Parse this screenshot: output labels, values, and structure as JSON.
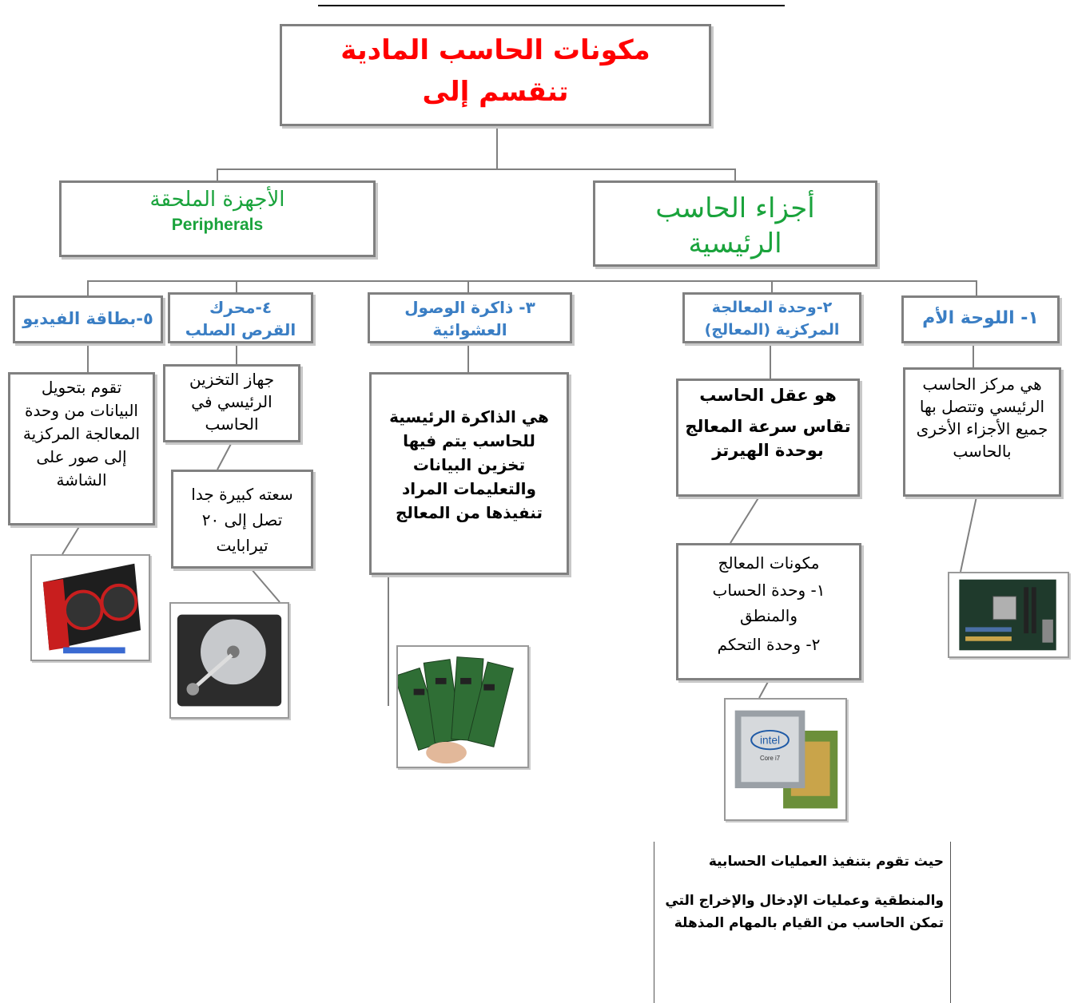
{
  "root": {
    "line1": "مكونات الحاسب المادية",
    "line2": "تنقسم إلى"
  },
  "left_branch": {
    "title": "الأجهزة الملحقة",
    "subtitle": "Peripherals"
  },
  "right_branch": {
    "line1": "أجزاء الحاسب",
    "line2": "الرئيسية"
  },
  "components": [
    {
      "title": "١- اللوحة الأم",
      "desc": "هي مركز الحاسب الرئيسي وتتصل بها جميع الأجزاء الأخرى بالحاسب"
    },
    {
      "title_line1": "٢-وحدة المعالجة",
      "title_line2": "المركزية (المعالج)",
      "desc_line1": "هو عقل الحاسب",
      "desc_line2": "تقاس سرعة المعالج بوحدة الهيرتز"
    },
    {
      "title_line1": "٣- ذاكرة الوصول",
      "title_line2": "العشوائية",
      "desc": "هي الذاكرة الرئيسية للحاسب يتم فيها تخزين البيانات والتعليمات المراد تنفيذها من المعالج"
    },
    {
      "title_line1": "٤-محرك",
      "title_line2": "القرص الصلب",
      "desc": "جهاز التخزين الرئيسي في الحاسب",
      "extra": "سعته كبيرة جدا تصل إلى ٢٠ تيرابايت"
    },
    {
      "title": "٥-بطاقة الفيديو",
      "desc": "تقوم بتحويل البيانات من وحدة المعالجة المركزية إلى صور على الشاشة"
    }
  ],
  "cpu_parts": {
    "heading": "مكونات المعالج",
    "item1": "١- وحدة الحساب والمنطق",
    "item2": "٢- وحدة التحكم"
  },
  "cpu_logo": {
    "brand": "intel",
    "model": "Core i7"
  },
  "note": {
    "line1": "حيث تقوم بتنفيذ العمليات الحسابية",
    "line2": "والمنطقية وعمليات الإدخال والإخراج التي تمكن الحاسب من القيام بالمهام المذهلة"
  },
  "colors": {
    "root": "#ff0000",
    "branch": "#1aa33c",
    "component": "#3a7ec4",
    "border": "#808080"
  }
}
